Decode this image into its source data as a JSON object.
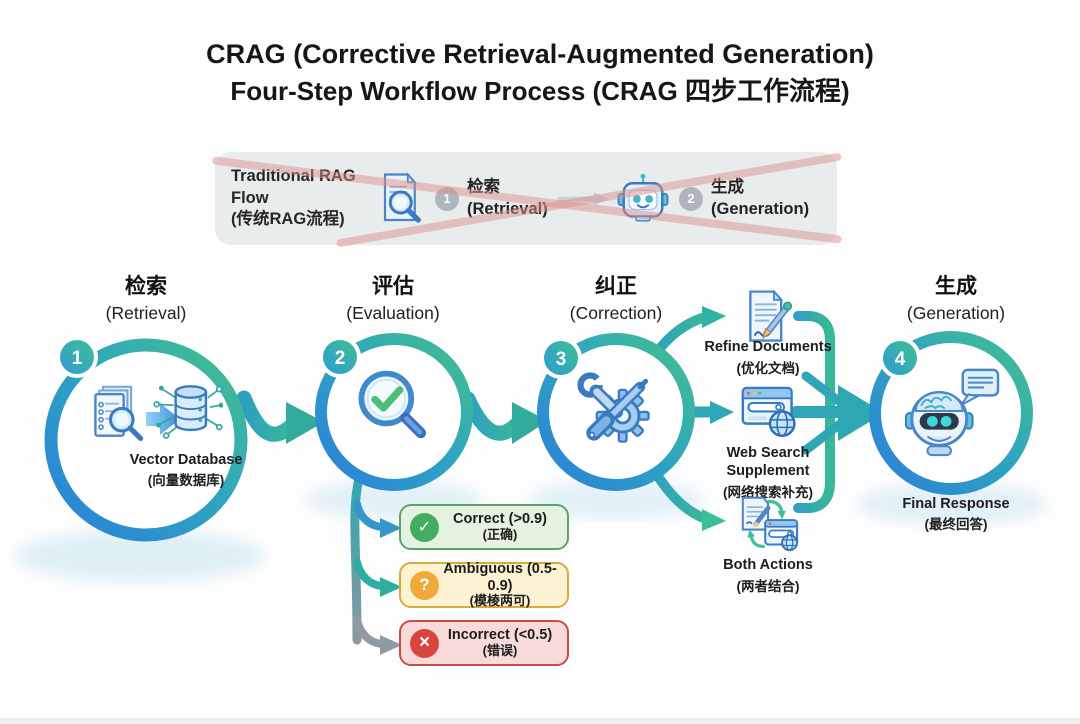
{
  "title": {
    "brand": "CRAG",
    "line1_rest": "(Corrective Retrieval-Augmented Generation)",
    "line2": "Four-Step Workflow Process (CRAG 四步工作流程)"
  },
  "banner": {
    "title_en": "Traditional RAG Flow",
    "title_zh": "(传统RAG流程)",
    "step1_num": "1",
    "step1_zh": "检索",
    "step1_en": "(Retrieval)",
    "step2_num": "2",
    "step2_zh": "生成",
    "step2_en": "(Generation)"
  },
  "steps": [
    {
      "num": "1",
      "zh": "检索",
      "en": "(Retrieval)",
      "caption_en": "Vector Database",
      "caption_zh": "(向量数据库)"
    },
    {
      "num": "2",
      "zh": "评估",
      "en": "(Evaluation)"
    },
    {
      "num": "3",
      "zh": "纠正",
      "en": "(Correction)"
    },
    {
      "num": "4",
      "zh": "生成",
      "en": "(Generation)",
      "caption_en": "Final Response",
      "caption_zh": "(最终回答)"
    }
  ],
  "outcomes": [
    {
      "glyph": "✓",
      "en": "Correct (>0.9)",
      "zh": "(正确)",
      "color": "#44ae60",
      "border": "#5da36a",
      "bg": "#e4f2df"
    },
    {
      "glyph": "?",
      "en": "Ambiguous (0.5-0.9)",
      "zh": "(模棱两可)",
      "color": "#f0a93a",
      "border": "#d9a93f",
      "bg": "#fdf3d3"
    },
    {
      "glyph": "×",
      "en": "Incorrect (<0.5)",
      "zh": "(错误)",
      "color": "#d8453f",
      "border": "#c84b44",
      "bg": "#f8dbd8"
    }
  ],
  "corrections": [
    {
      "en": "Refine Documents",
      "zh": "(优化文档)"
    },
    {
      "en": "Web Search Supplement",
      "zh": "(网络搜索补充)"
    },
    {
      "en": "Both Actions",
      "zh": "(两者结合)"
    }
  ],
  "colors": {
    "ring_blue": "#2b7fd9",
    "ring_green": "#43c08b",
    "arrow_teal": "#2fa4ae",
    "banner_bg": "#e9eced",
    "cross_red": "#dc8f8b"
  }
}
